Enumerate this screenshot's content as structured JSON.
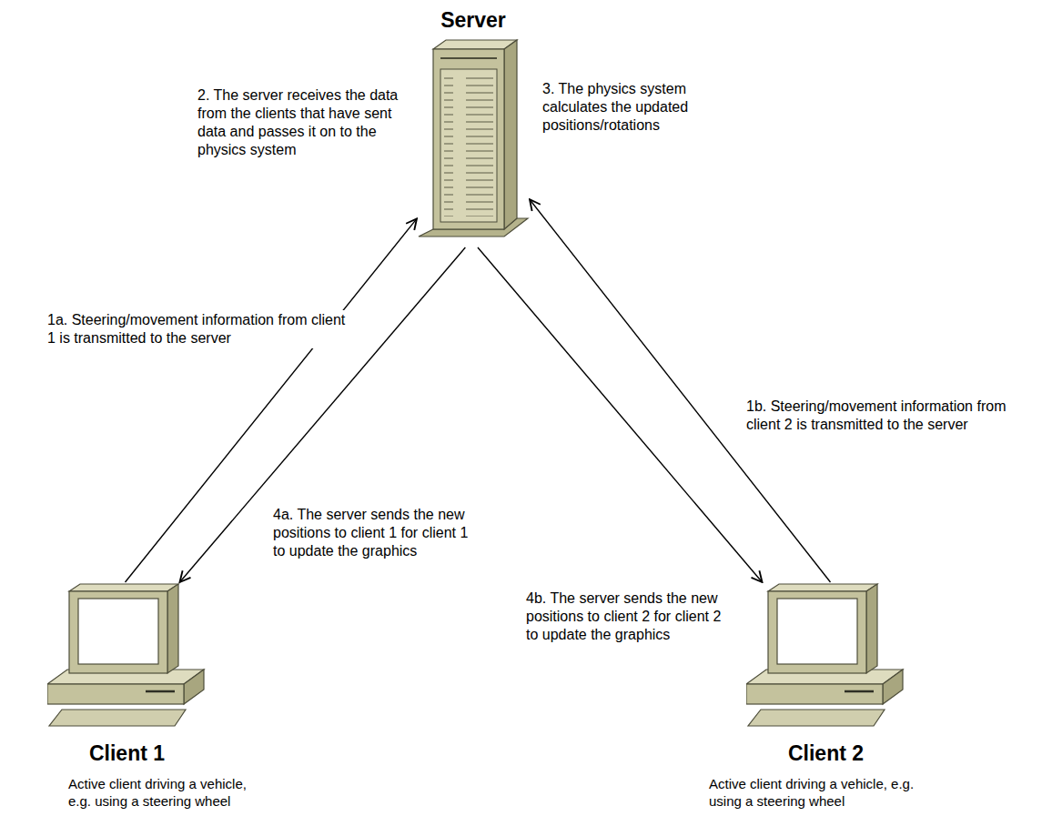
{
  "diagram": {
    "nodes": [
      {
        "text": [
          "Server"
        ]
      },
      {
        "text": [
          "Client 1",
          "Active client driving a vehicle, e.g. using a steering wheel"
        ]
      },
      {
        "text": [
          "Client 2",
          "Active client driving a vehicle, e.g. using a steering wheel"
        ]
      }
    ],
    "edges": [
      {
        "from": 1,
        "to": 0,
        "arrow": "to",
        "label": "1a. Steering/movement information from client 1 is transmitted to the server"
      },
      {
        "from": 0,
        "to": 1,
        "arrow": "to",
        "label": "4a. The server sends the new positions to client 1 for client 1 to update the graphics"
      },
      {
        "from": 2,
        "to": 0,
        "arrow": "to",
        "label": "1b. Steering/movement information from client 2 is transmitted to the server"
      },
      {
        "from": 0,
        "to": 2,
        "arrow": "to",
        "label": "4b. The server sends the new positions to client 2 for client 2 to update the graphics"
      }
    ],
    "labels": [
      "2. The server receives the data from the clients that have sent data and passes it on to the physics system",
      "3. The physics system calculates the updated positions/rotations"
    ]
  }
}
